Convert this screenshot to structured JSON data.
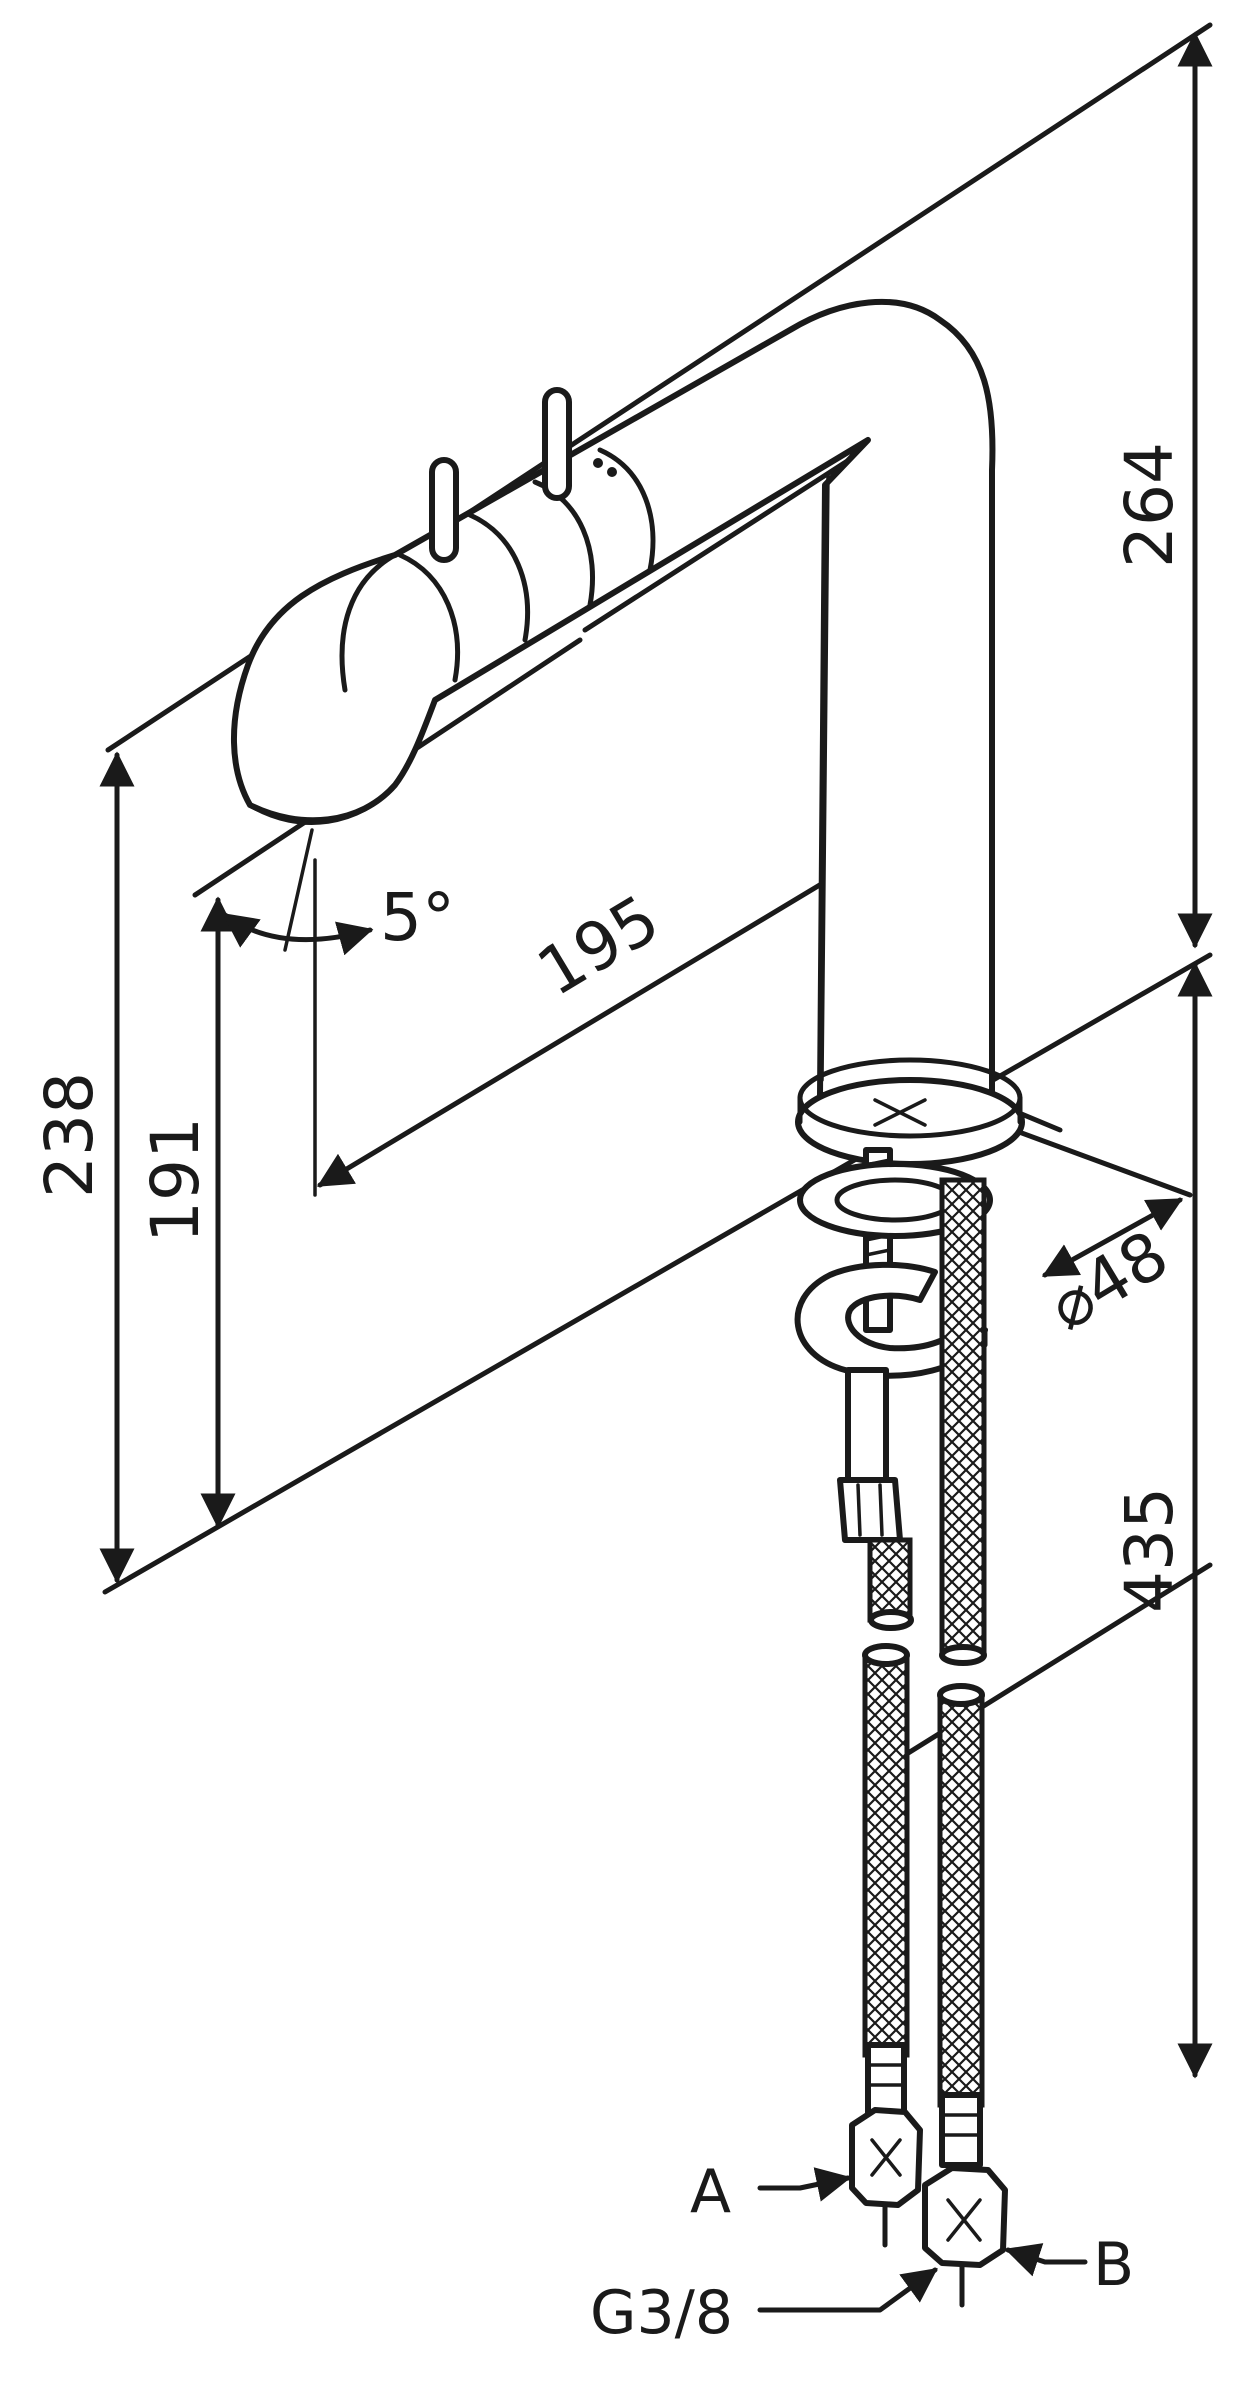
{
  "dimensions": {
    "height_top": "264",
    "height_left_outer": "238",
    "height_left_inner": "191",
    "reach": "195",
    "angle": "5°",
    "base_diameter": "⌀48",
    "hose_length": "435"
  },
  "labels": {
    "connection_a": "A",
    "connection_b": "B",
    "thread": "G3/8"
  },
  "colors": {
    "ink": "#1a1a1a",
    "paper": "#ffffff"
  }
}
